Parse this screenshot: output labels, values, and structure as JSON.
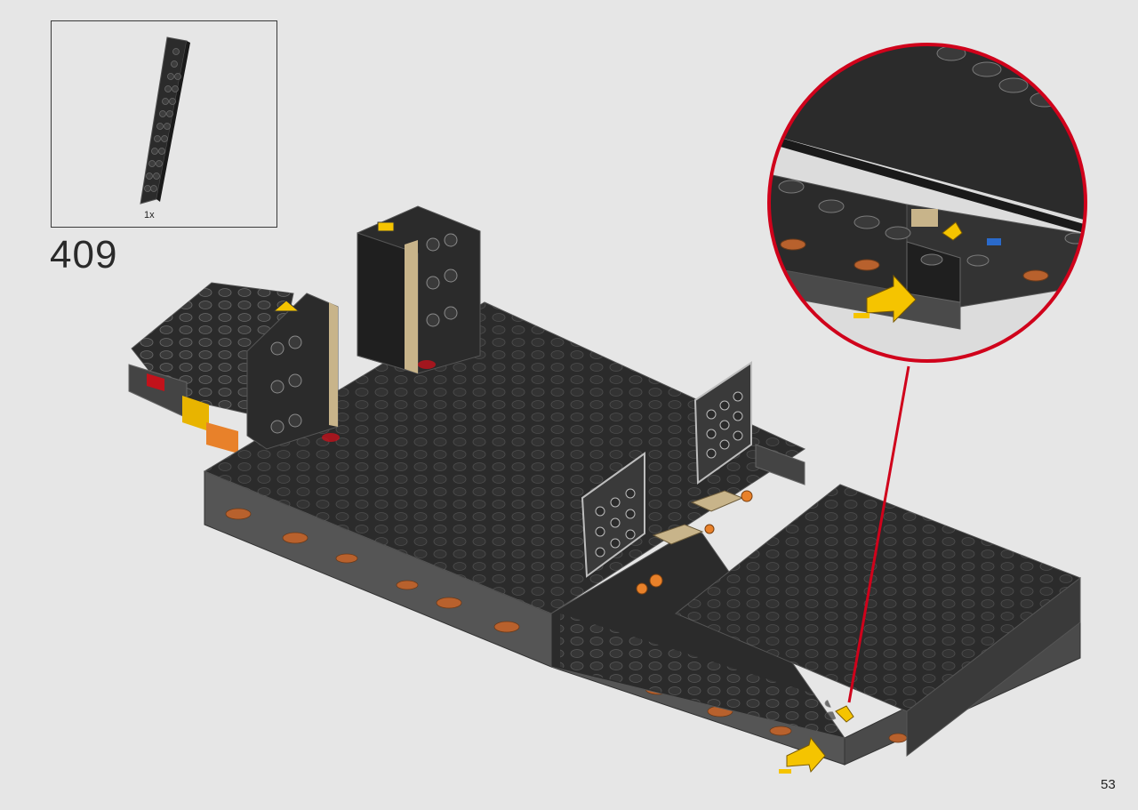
{
  "step": {
    "number": "409"
  },
  "parts_list": {
    "items": [
      {
        "name": "wedge-plate-dark-grey",
        "quantity": "1x"
      }
    ]
  },
  "page": {
    "number": "53"
  },
  "callout": {
    "border_color": "#d0021b"
  },
  "colors": {
    "background": "#e6e6e6",
    "bricks": "#2b2b2b",
    "edge": "#5a5a5a",
    "arrow": "#f5c400",
    "accent_red": "#d0021b"
  },
  "icons": {
    "arrow": "arrow-icon"
  }
}
